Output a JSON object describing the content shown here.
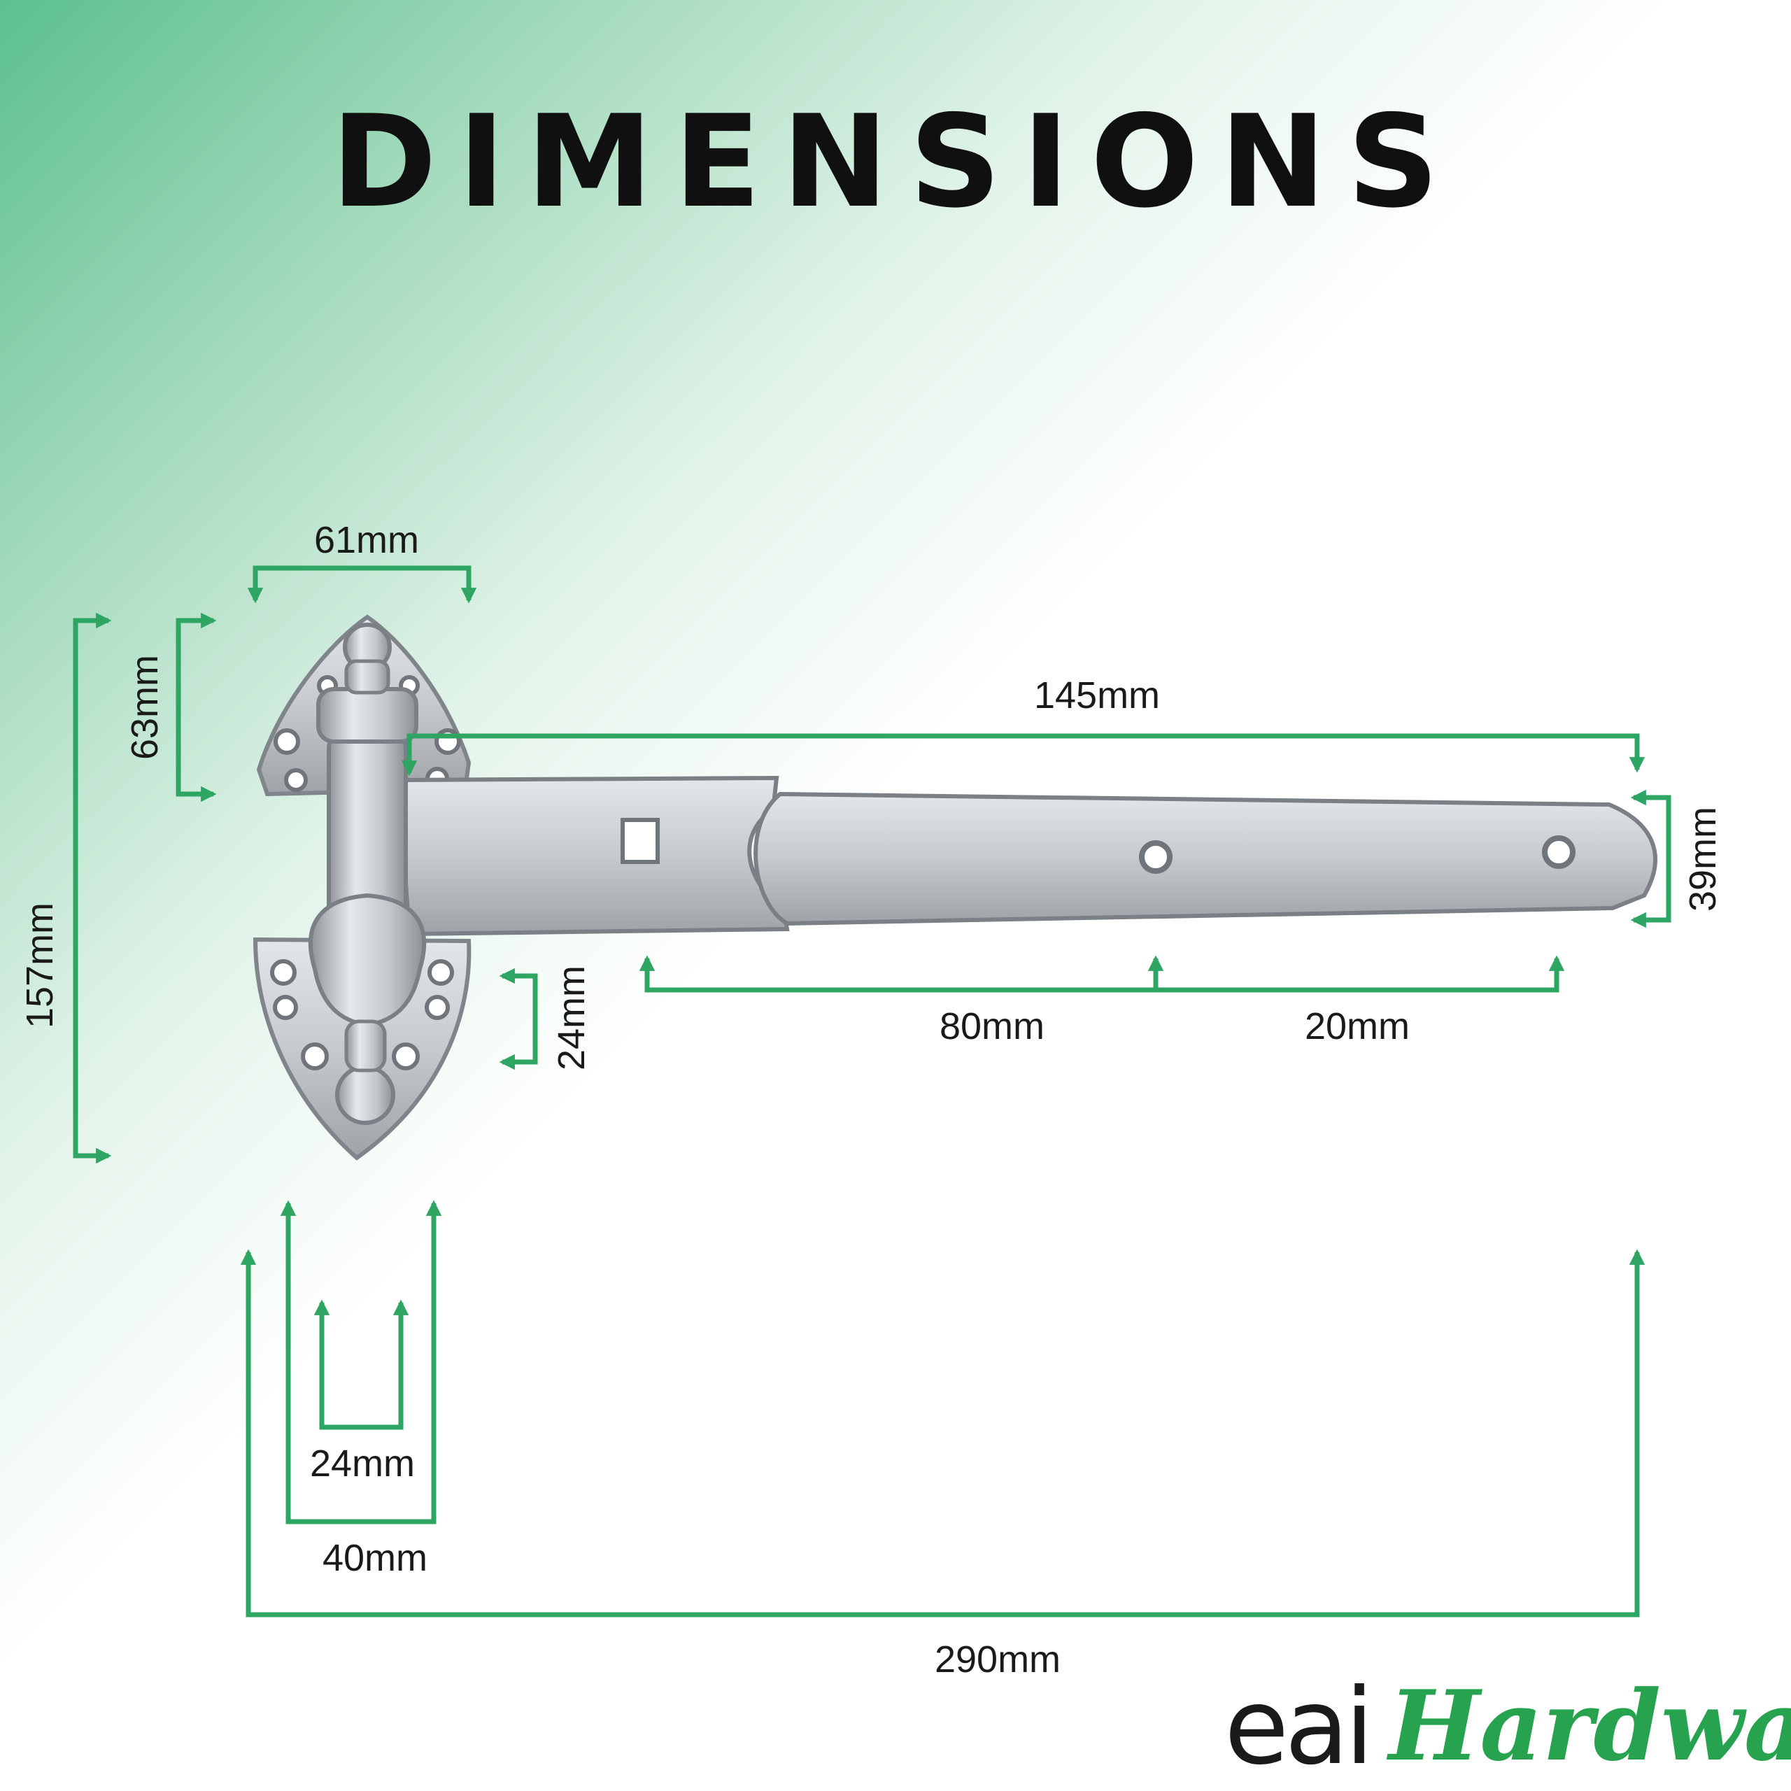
{
  "title": "DIMENSIONS",
  "accent_color": "#2ea563",
  "metal_color": "#c7cbcf",
  "dimensions": {
    "top_plate_width": "61mm",
    "top_plate_height": "63mm",
    "total_height": "157mm",
    "bottom_plate_height": "24mm",
    "strap_length": "145mm",
    "strap_width": "39mm",
    "hole_spacing_1": "80mm",
    "hole_spacing_2": "20mm",
    "inner_width": "24mm",
    "outer_width": "40mm",
    "overall_length": "290mm"
  },
  "brand": {
    "prefix": "eai",
    "name": "Hardware"
  }
}
